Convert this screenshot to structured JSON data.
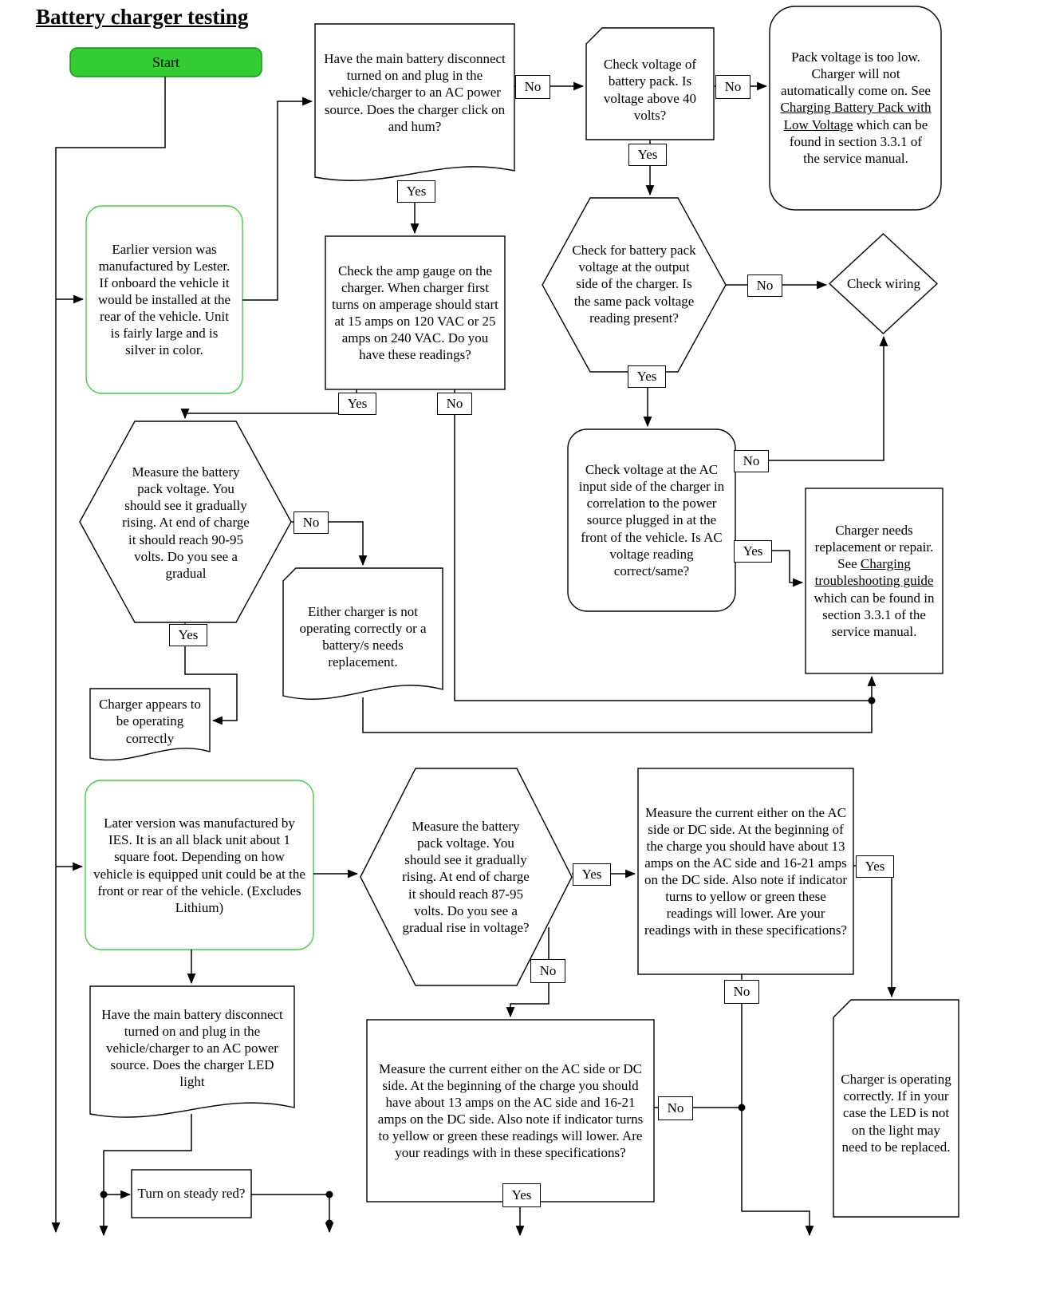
{
  "title": "Battery charger testing",
  "colors": {
    "start_fill": "#33cc33",
    "green_border": "#44cc44",
    "line": "#000000"
  },
  "decision": {
    "yes": "Yes",
    "no": "No"
  },
  "nodes": {
    "start": {
      "label": "Start"
    },
    "click_hum": {
      "text": "Have the main battery disconnect turned on and plug in the vehicle/charger to an AC power source. Does the charger click on and hum?"
    },
    "check40": {
      "text": "Check voltage of battery pack. Is voltage above 40 volts?"
    },
    "pack_low": {
      "pre": "Pack voltage is too low. Charger will not automatically come on. See ",
      "link": "Charging Battery Pack with Low Voltage",
      "post": " which can be found in section 3.3.1 of the service manual."
    },
    "earlier": {
      "text": "Earlier version was manufactured by Lester. If onboard the vehicle it would be installed at the rear of the vehicle. Unit is fairly large and is silver in color."
    },
    "amp_gauge": {
      "text": "Check the amp gauge on the charger. When charger first turns on amperage should start at 15 amps on 120 VAC or 25 amps on 240 VAC. Do you have these readings?"
    },
    "pack_output": {
      "text": "Check for battery pack voltage at the output side of the charger. Is the same pack voltage reading present?"
    },
    "check_wiring": {
      "text": "Check wiring"
    },
    "measure_90": {
      "text": "Measure the battery pack voltage. You should see it gradually rising. At end of charge it should reach 90-95 volts. Do you see a gradual"
    },
    "ac_input": {
      "text": "Check voltage at the AC input side of the charger in correlation to the power source plugged in at the front of the vehicle. Is AC voltage reading correct/same?"
    },
    "repair": {
      "pre": "Charger needs replacement or repair. See ",
      "link": "Charging troubleshooting guide",
      "post": " which can be found in section 3.3.1 of the service manual."
    },
    "either": {
      "text": "Either charger is not operating correctly or a battery/s needs replacement."
    },
    "appears_ok": {
      "text": "Charger appears to be operating correctly"
    },
    "later": {
      "text": "Later version was manufactured by IES. It is an all black unit about 1 square foot. Depending on how vehicle is equipped unit could be at the front or rear of the vehicle.  (Excludes Lithium)"
    },
    "measure_87": {
      "text": "Measure the battery pack voltage. You should see it gradually rising. At end of charge it should reach 87-95 volts. Do you see a gradual rise in voltage?"
    },
    "current_right": {
      "text": "Measure the current either on the AC side or DC side. At the beginning of the charge you should have about 13 amps on the AC side and 16-21 amps on the DC side. Also note if indicator turns to yellow or green these readings will lower. Are your readings with in these specifications?"
    },
    "led_ok": {
      "text": "Charger is operating correctly. If in your case the LED is not on the light may need to be replaced."
    },
    "led_light": {
      "text": "Have the main battery disconnect turned on and plug in the vehicle/charger to an AC power source. Does the charger LED light"
    },
    "current_bottom": {
      "text": "Measure the current either on the AC side or DC side. At the beginning of the charge you should have about 13 amps on the AC side and 16-21 amps on the DC side. Also note if indicator turns to yellow or green these readings will lower. Are your readings with in these specifications?"
    },
    "steady_red": {
      "text": "Turn on steady red?"
    }
  }
}
